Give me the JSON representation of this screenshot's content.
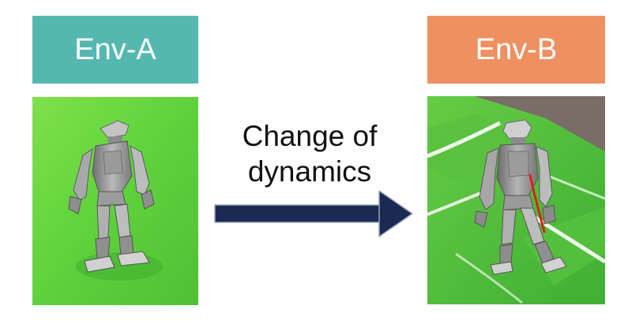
{
  "env_a": {
    "label": "Env-A",
    "color": "#55b8b0"
  },
  "env_b": {
    "label": "Env-B",
    "color": "#ee9060"
  },
  "transition": {
    "line1": "Change of",
    "line2": "dynamics",
    "arrow_color": "#1b2a52"
  },
  "icons": {
    "scene_a": "robot-green-field-image",
    "scene_b": "robot-soccer-field-image",
    "arrow": "right-arrow-icon"
  }
}
